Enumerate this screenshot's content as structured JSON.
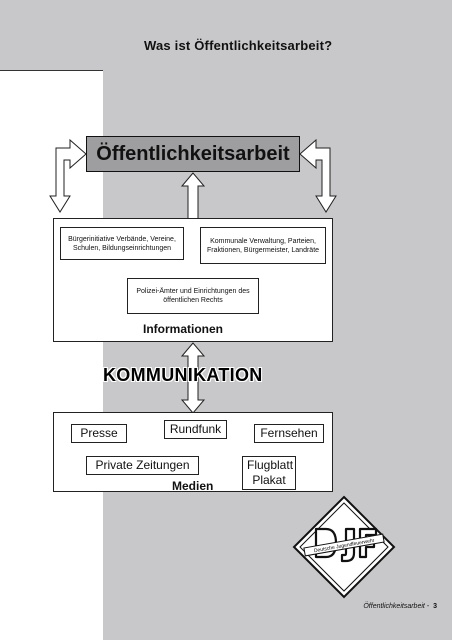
{
  "page": {
    "title": "Was  ist Öffentlichkeitsarbeit?",
    "footer_label": "Öffentlichkeitsarbeit",
    "footer_sep": "-",
    "footer_page": "3"
  },
  "diagram": {
    "main_title": "Öffentlichkeitsarbeit",
    "group1": {
      "box1": "Bürgerinitiative Verbände, Vereine, Schulen, Bildungseinrichtungen",
      "box2": "Kommunale Verwaltung, Parteien, Fraktionen, Bürgermeister, Landräte",
      "box3": "Polizei-Ämter und Einrichtungen des öffentlichen Rechts",
      "label": "Informationen"
    },
    "middle_label": "KOMMUNIKATION",
    "group2": {
      "items": [
        "Presse",
        "Rundfunk",
        "Fernsehen",
        "Private Zeitungen",
        "Flugblatt Plakat"
      ],
      "label": "Medien"
    }
  },
  "logo": {
    "letters": "DJF",
    "banner": "Deutsche Jugendfeuerwehr"
  }
}
